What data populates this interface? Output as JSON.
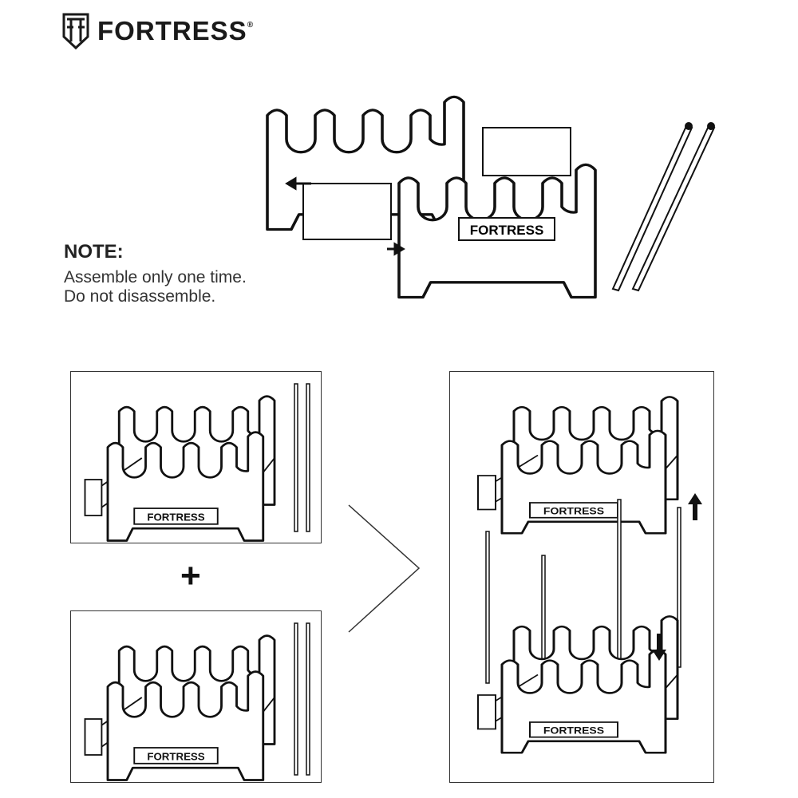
{
  "brand": {
    "name": "FORTRESS",
    "registered": "®",
    "rack_plate_label": "FORTRESS"
  },
  "note": {
    "title": "NOTE:",
    "lines": [
      "Assemble only one time.",
      "Do not disassemble."
    ]
  },
  "steps": {
    "combine_symbol": "+"
  },
  "icons": [
    "fortress-shield-logo",
    "arrow-up-icon",
    "arrow-down-icon",
    "chevron-right-icon",
    "double-arrow-icon"
  ]
}
